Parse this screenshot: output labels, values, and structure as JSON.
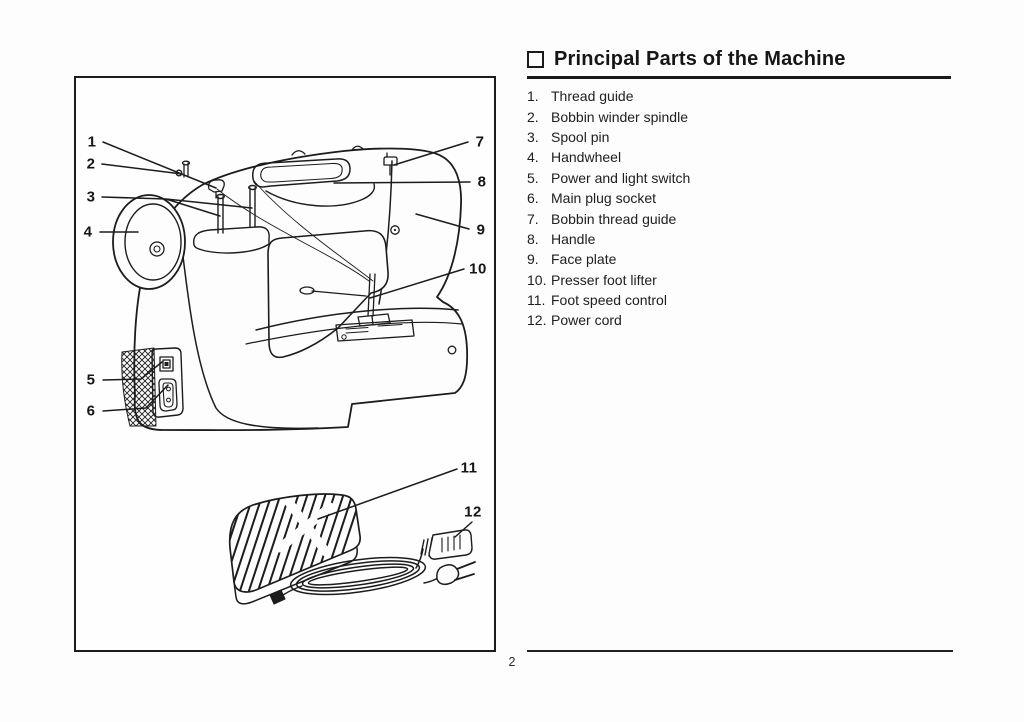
{
  "header": {
    "marker_icon": "square-outline-icon",
    "title": "Principal Parts of the Machine"
  },
  "parts_list": {
    "items": [
      {
        "num": "1.",
        "label": "Thread guide"
      },
      {
        "num": "2.",
        "label": "Bobbin winder spindle"
      },
      {
        "num": "3.",
        "label": "Spool pin"
      },
      {
        "num": "4.",
        "label": "Handwheel"
      },
      {
        "num": "5.",
        "label": "Power and light switch"
      },
      {
        "num": "6.",
        "label": "Main plug socket"
      },
      {
        "num": "7.",
        "label": "Bobbin thread guide"
      },
      {
        "num": "8.",
        "label": "Handle"
      },
      {
        "num": "9.",
        "label": "Face plate"
      },
      {
        "num": "10.",
        "label": "Presser foot lifter"
      },
      {
        "num": "11.",
        "label": "Foot speed control"
      },
      {
        "num": "12.",
        "label": "Power cord"
      }
    ]
  },
  "diagram": {
    "callouts": [
      {
        "n": "1"
      },
      {
        "n": "2"
      },
      {
        "n": "3"
      },
      {
        "n": "4"
      },
      {
        "n": "5"
      },
      {
        "n": "6"
      },
      {
        "n": "7"
      },
      {
        "n": "8"
      },
      {
        "n": "9"
      },
      {
        "n": "10"
      },
      {
        "n": "11"
      },
      {
        "n": "12"
      }
    ]
  },
  "footer": {
    "page_number": "2"
  },
  "colors": {
    "ink": "#1c1c1c",
    "paper": "#fdfdfd"
  }
}
